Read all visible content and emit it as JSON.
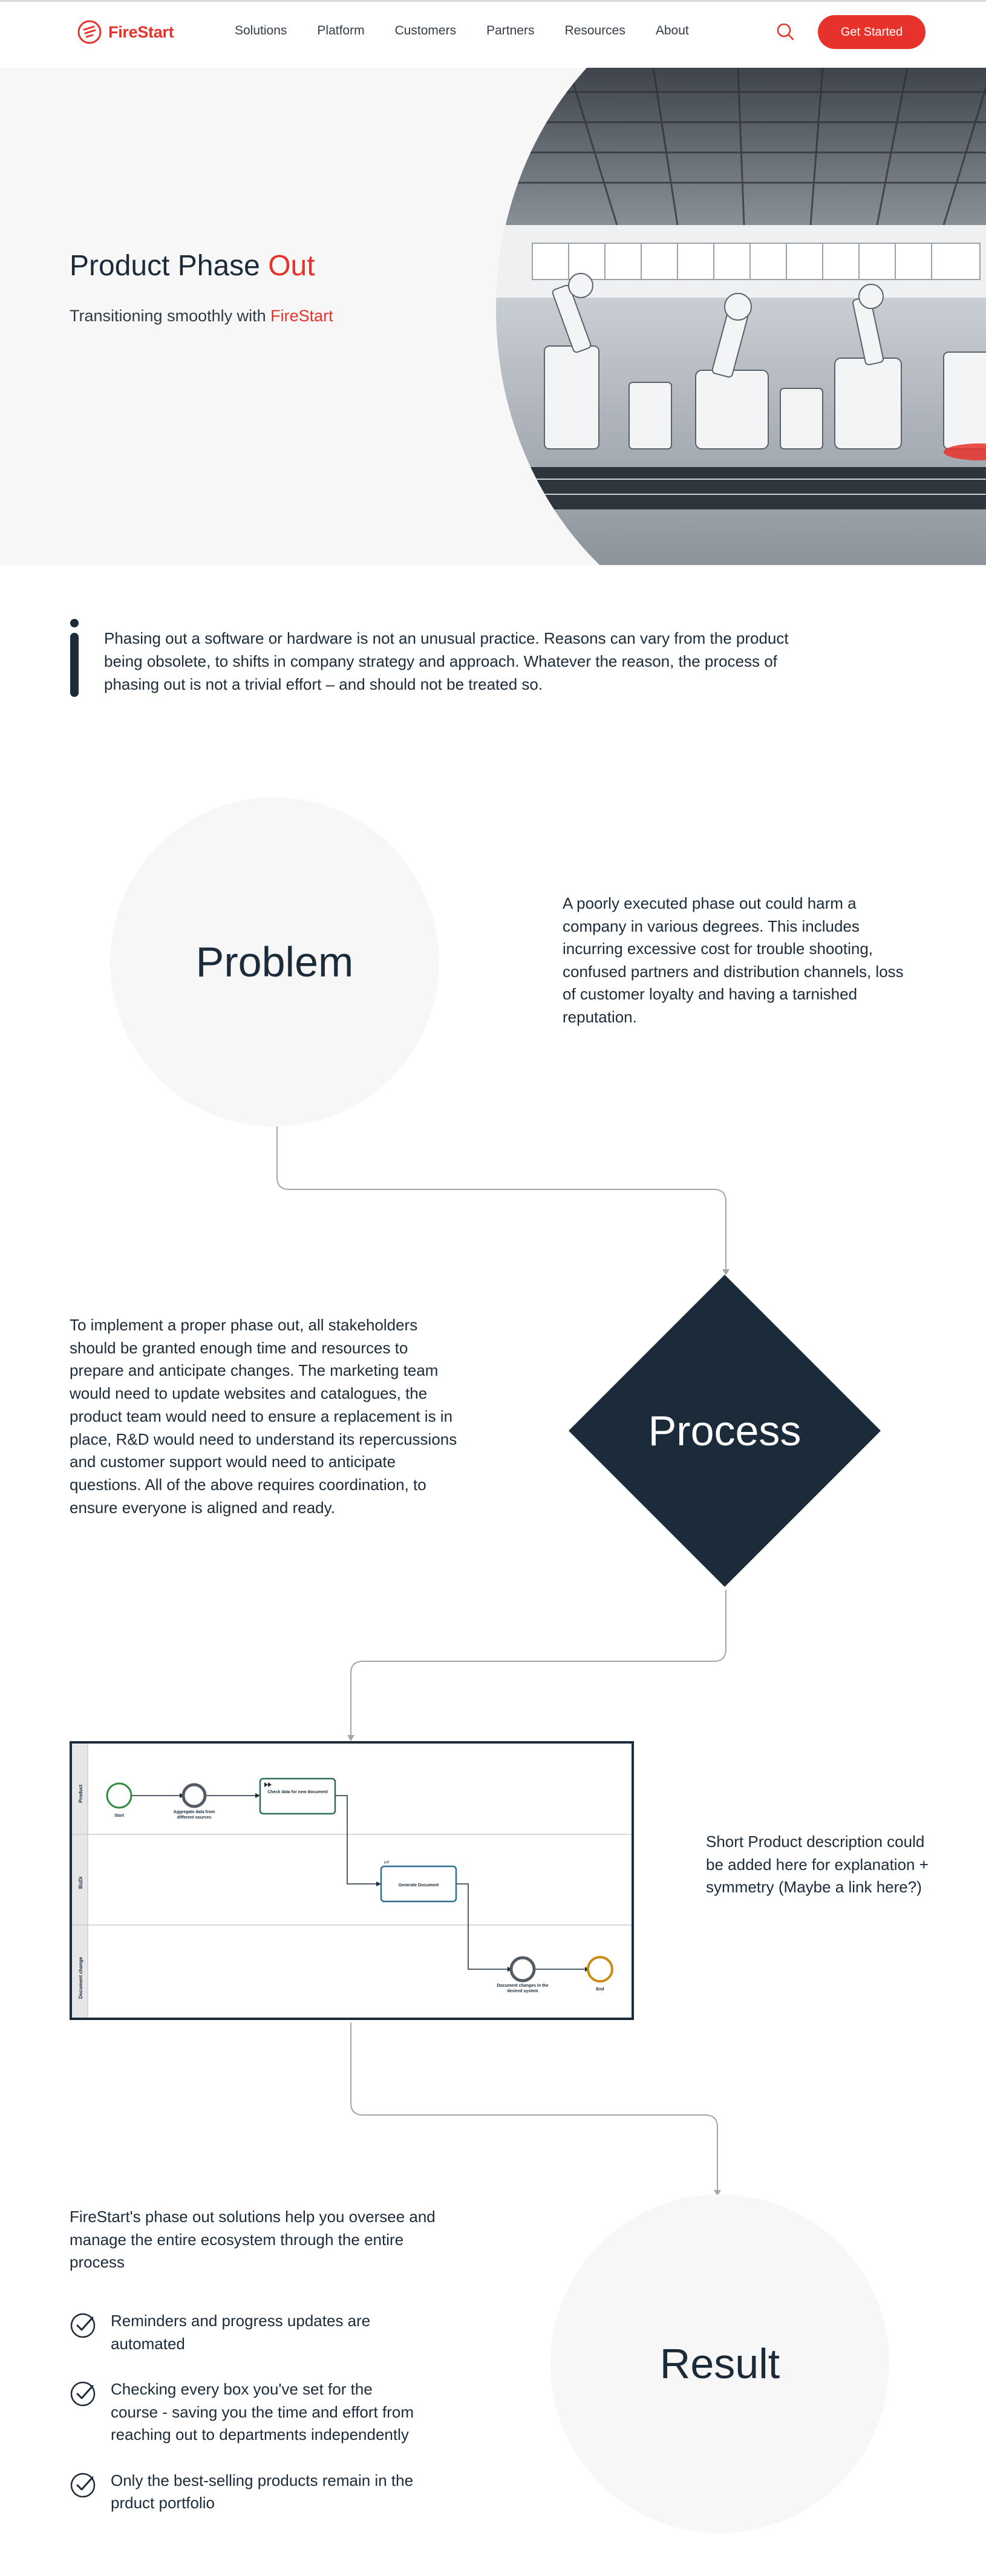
{
  "brand": {
    "name": "FireStart",
    "accent_color": "#e7322b",
    "dark_color": "#1b2b3a"
  },
  "nav": {
    "items": [
      "Solutions",
      "Platform",
      "Customers",
      "Partners",
      "Resources",
      "About"
    ],
    "cta_label": "Get Started",
    "search_icon": "search-icon"
  },
  "hero": {
    "title_main": "Product Phase ",
    "title_accent": "Out",
    "subtitle_main": "Transitioning smoothly with ",
    "subtitle_accent": "FireStart"
  },
  "intro": {
    "text": "Phasing out a software or hardware is not an unusual practice. Reasons can vary from the product being obsolete, to shifts in company strategy and approach. Whatever the reason, the process of phasing out is not a trivial effort – and should not be treated so."
  },
  "problem": {
    "label": "Problem",
    "text": "A poorly executed phase out could harm a company in various degrees. This includes incurring excessive cost for trouble shooting, confused partners and distribution channels, loss of customer loyalty and having a tarnished reputation."
  },
  "process": {
    "label": "Process",
    "text": "To implement a proper phase out, all stakeholders should be granted enough time and resources to prepare and anticipate changes. The marketing team would need to update websites and catalogues, the product team would need to ensure a replacement is in place, R&D would need to understand its repercussions and customer support would need to anticipate questions. All of the above requires coordination, to ensure everyone is aligned and ready."
  },
  "diagram": {
    "lanes": [
      "Product",
      "BizDi",
      "Document change"
    ],
    "start_label": "Start",
    "aggregate_label": "Aggregate data from different sources",
    "check_label": "Check data for new document",
    "generate_label": "Generate Document",
    "doc_tag": "pdf",
    "document_label": "Document changes in the desired system",
    "end_label": "End",
    "description": "Short Product description could be added here for explanation + symmetry (Maybe a link here?)"
  },
  "result": {
    "label": "Result",
    "intro": "FireStart's phase out solutions help you oversee and manage the entire ecosystem through the entire process",
    "checklist": [
      "Reminders and progress updates are automated",
      "Checking every box you've set for the course -  saving you the time and effort from reaching out to departments independently",
      "Only the best-selling products remain in the prduct portfolio"
    ]
  }
}
